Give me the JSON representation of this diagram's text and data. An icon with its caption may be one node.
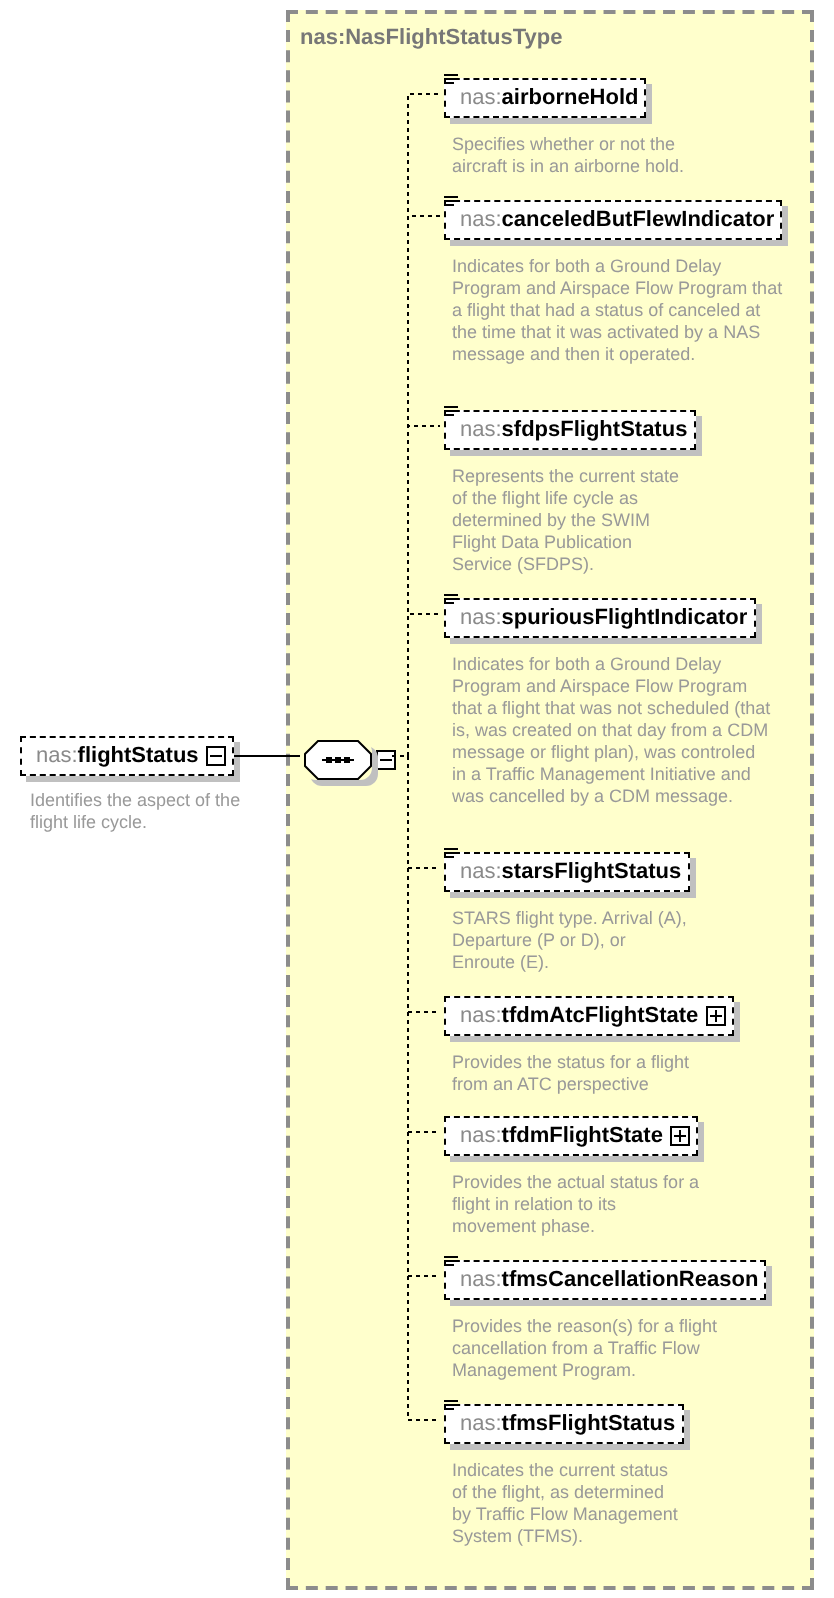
{
  "diagram": {
    "nodes": [
      {
        "text": [
          "nas:**flightStatus**"
        ],
        "beside": [
          "Identifies the aspect of the flight life cycle."
        ]
      },
      {
        "text": [
          "nas:NasFlightStatusType"
        ]
      },
      {
        "text": [],
        "shape": "octagon",
        "in": 1
      },
      {
        "text": [
          "nas:**airborneHold**"
        ],
        "in": 1,
        "beside": [
          "Specifies whether or not the aircraft is in an airborne hold."
        ]
      },
      {
        "text": [
          "nas:**canceledButFlewIndicator**"
        ],
        "in": 1,
        "beside": [
          "Indicates for both a Ground Delay Program and Airspace Flow Program that a flight that had a status of canceled at the time that it was activated by a NAS message and then it operated."
        ]
      },
      {
        "text": [
          "nas:**sfdpsFlightStatus**"
        ],
        "in": 1,
        "beside": [
          "Represents the current state of the flight life cycle as determined by the SWIM Flight Data Publication Service (SFDPS)."
        ]
      },
      {
        "text": [
          "nas:**spuriousFlightIndicator**"
        ],
        "in": 1,
        "beside": [
          "Indicates for both a Ground Delay Program and Airspace Flow Program that a flight that was not scheduled (that is, was created on that day from a CDM message or flight plan), was controled in a Traffic Management Initiative and was cancelled by a CDM message."
        ]
      },
      {
        "text": [
          "nas:**starsFlightStatus**"
        ],
        "in": 1,
        "beside": [
          "STARS flight type. Arrival (A), Departure (P or D), or Enroute (E)."
        ]
      },
      {
        "text": [
          "nas:**tfdmAtcFlightState**"
        ],
        "in": 1,
        "beside": [
          "Provides the status for a flight from an ATC perspective"
        ]
      },
      {
        "text": [
          "nas:**tfdmFlightState**"
        ],
        "in": 1,
        "beside": [
          "Provides the actual status for a flight in relation to its movement phase."
        ]
      },
      {
        "text": [
          "nas:**tfmsCancellationReason**"
        ],
        "in": 1,
        "beside": [
          "Provides the reason(s) for a flight cancellation from a Traffic Flow Management Program."
        ]
      },
      {
        "text": [
          "nas:**tfmsFlightStatus**"
        ],
        "in": 1,
        "beside": [
          "Indicates the current status of the flight, as determined by Traffic Flow Management System (TFMS)."
        ]
      }
    ],
    "edges": [
      {
        "from": 0,
        "to": 2,
        "arrow": "none"
      },
      {
        "from": 2,
        "to": 3,
        "arrow": "none",
        "style": "dashed"
      },
      {
        "from": 2,
        "to": 4,
        "arrow": "none",
        "style": "dashed"
      },
      {
        "from": 2,
        "to": 5,
        "arrow": "none",
        "style": "dashed"
      },
      {
        "from": 2,
        "to": 6,
        "arrow": "none",
        "style": "dashed"
      },
      {
        "from": 2,
        "to": 7,
        "arrow": "none",
        "style": "dashed"
      },
      {
        "from": 2,
        "to": 8,
        "arrow": "none",
        "style": "dashed"
      },
      {
        "from": 2,
        "to": 9,
        "arrow": "none",
        "style": "dashed"
      },
      {
        "from": 2,
        "to": 10,
        "arrow": "none",
        "style": "dashed"
      },
      {
        "from": 2,
        "to": 11,
        "arrow": "none",
        "style": "dashed"
      }
    ]
  }
}
